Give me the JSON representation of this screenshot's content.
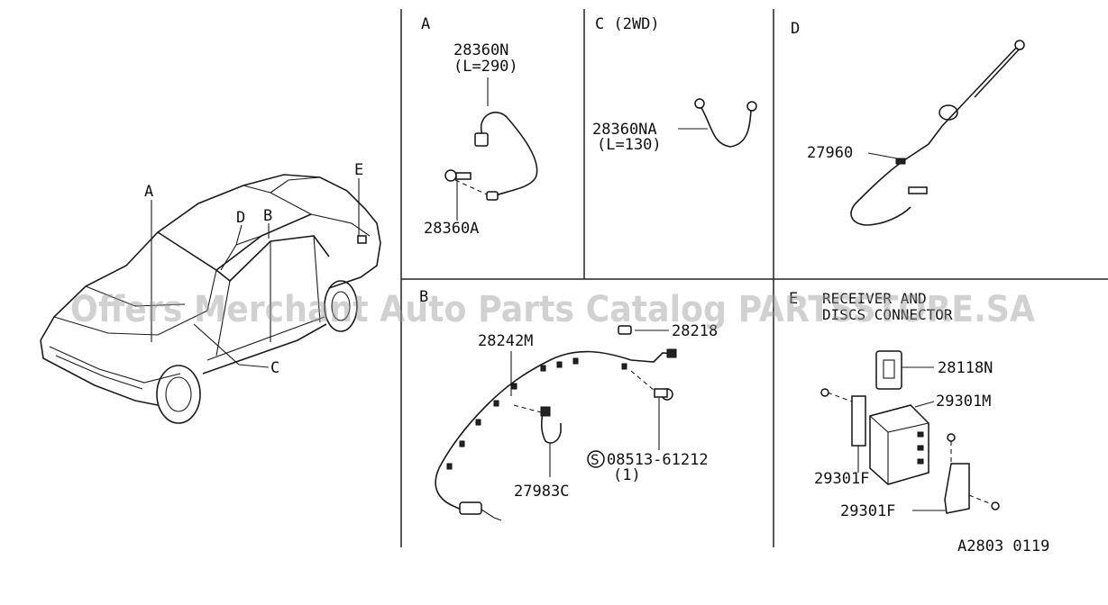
{
  "diagram": {
    "panels": {
      "A": {
        "label": "A",
        "parts": [
          "28360N",
          "(L=290)",
          "28360A"
        ]
      },
      "C": {
        "label": "C (2WD)",
        "parts": [
          "28360NA",
          "(L=130)"
        ]
      },
      "D": {
        "label": "D",
        "parts": [
          "27960"
        ]
      },
      "B": {
        "label": "B",
        "parts": [
          "28242M",
          "28218",
          "27983C",
          "08513-61212",
          "(1)"
        ],
        "circled_prefix": "S"
      },
      "E": {
        "label": "E",
        "title_lines": [
          "RECEIVER AND",
          "DISCS CONNECTOR"
        ],
        "parts": [
          "28118N",
          "29301M",
          "29301F",
          "29301F"
        ]
      }
    },
    "car_callouts": [
      "A",
      "D",
      "B",
      "E",
      "C"
    ],
    "diagram_code": "A2803 0119",
    "watermark": "Offers Merchant Auto Parts Catalog PARTSSTORE.SA"
  }
}
